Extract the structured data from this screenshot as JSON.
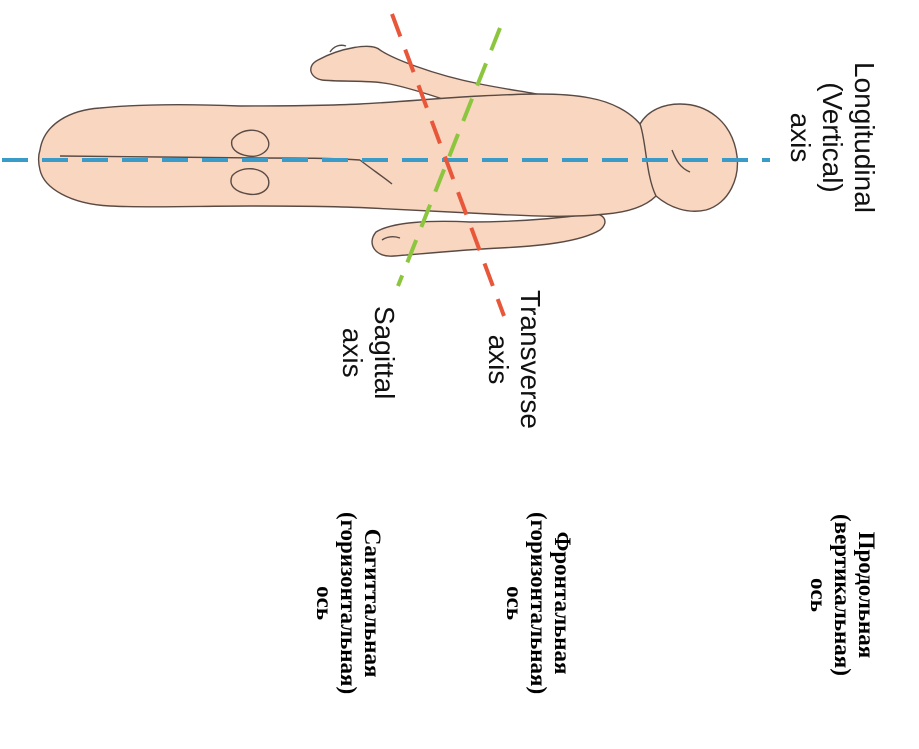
{
  "colors": {
    "skin": "#f9d6bf",
    "outline": "#5a4a44",
    "longitudinal_axis": "#3a9ac8",
    "transverse_axis": "#e8573a",
    "sagittal_axis": "#8cc63f"
  },
  "english_labels": {
    "longitudinal": [
      "Longitudinal",
      "(Vertical)",
      "axis"
    ],
    "transverse": [
      "Transverse",
      "axis"
    ],
    "sagittal": [
      "Sagittal",
      "axis"
    ]
  },
  "russian_labels": {
    "longitudinal": [
      "Продольная",
      "(вертикальная)",
      "ось"
    ],
    "frontal": [
      "Фронтальная",
      "(горизонтальная)",
      "ось"
    ],
    "sagittal": [
      "Сагиттальная",
      "(горизонтальная)",
      "ось"
    ]
  }
}
